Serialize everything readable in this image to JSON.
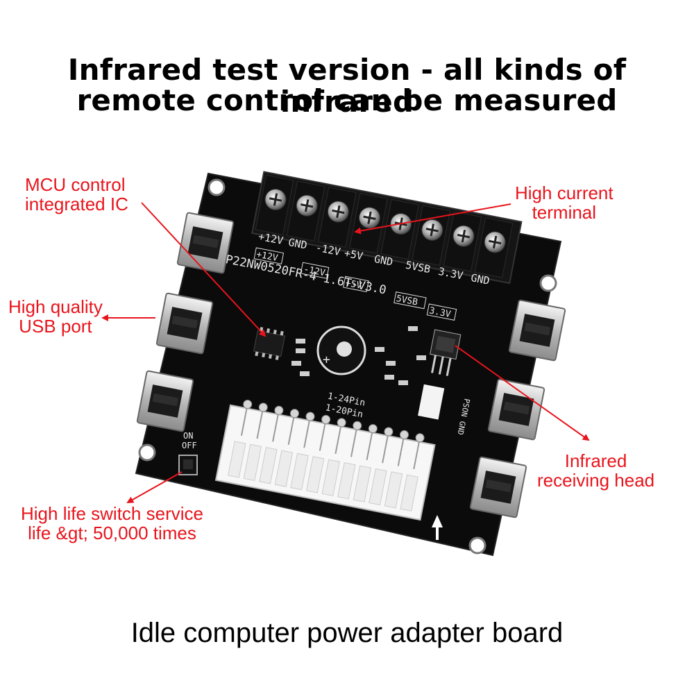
{
  "headline": {
    "line1": "Infrared test version - all kinds of infrared",
    "line2": "remote control can be measured"
  },
  "callouts": {
    "mcu": {
      "line1": "MCU control",
      "line2": "integrated IC"
    },
    "terminal": {
      "line1": "High current",
      "line2": "terminal"
    },
    "usb": {
      "line1": "High quality",
      "line2": "USB port"
    },
    "infrared": {
      "line1": "Infrared",
      "line2": "receiving head"
    },
    "switch": {
      "line1": "High life switch service",
      "line2": "life &gt; 50,000 times"
    }
  },
  "board": {
    "model": "P22NW0520FR-4 1.6T-V3.0",
    "terminal_labels": [
      "+12V",
      "GND",
      "-12V",
      "+5V",
      "GND",
      "5VSB",
      "3.3V",
      "GND"
    ],
    "rail_boxes": [
      "+12V",
      "-12V",
      "+5V",
      "5VSB",
      "3.3V"
    ],
    "connector_labels": [
      "1-24Pin",
      "1-20Pin"
    ],
    "switch_labels": [
      "ON",
      "OFF"
    ],
    "ir_pins": "PSON GND"
  },
  "caption": "Idle computer power adapter board",
  "colors": {
    "accent": "#e8141c",
    "pcb": "#0b0b0b",
    "text": "#000000"
  }
}
